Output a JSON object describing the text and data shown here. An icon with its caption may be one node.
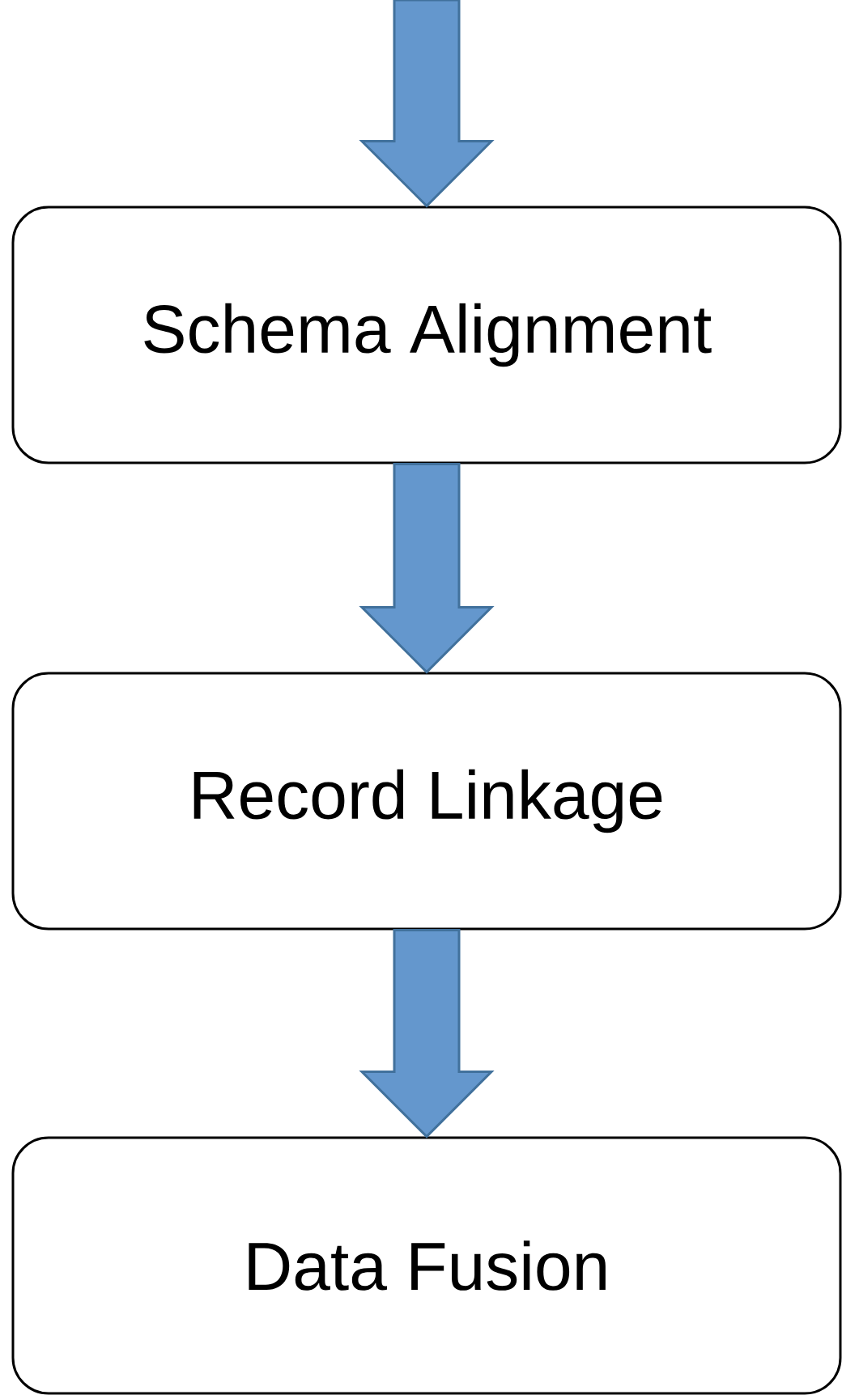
{
  "diagram": {
    "nodes": [
      {
        "text": [
          "Schema Alignment"
        ]
      },
      {
        "text": [
          "Record Linkage"
        ]
      },
      {
        "text": [
          "Data Fusion"
        ]
      }
    ],
    "edges": [
      {
        "from": null,
        "to": 0,
        "arrow": "to"
      },
      {
        "from": 0,
        "to": 1,
        "arrow": "to"
      },
      {
        "from": 1,
        "to": 2,
        "arrow": "to"
      }
    ]
  }
}
